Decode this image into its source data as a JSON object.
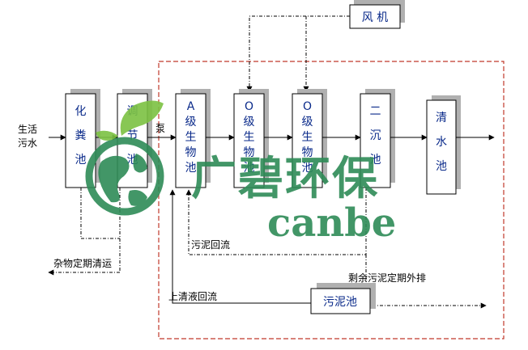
{
  "input_label_line1": "生活",
  "input_label_line2": "污水",
  "tanks": [
    {
      "id": "septic",
      "chars": [
        "化",
        "粪",
        "池"
      ]
    },
    {
      "id": "regulating",
      "chars": [
        "调",
        "节",
        "池"
      ]
    },
    {
      "id": "a-bio",
      "chars": [
        "A",
        "级",
        "生",
        "物",
        "池"
      ]
    },
    {
      "id": "o-bio-1",
      "chars": [
        "O",
        "级",
        "生",
        "物",
        "池"
      ]
    },
    {
      "id": "o-bio-2",
      "chars": [
        "O",
        "级",
        "生",
        "物",
        "池"
      ]
    },
    {
      "id": "secondary-sed",
      "chars": [
        "二",
        "沉",
        "池"
      ]
    },
    {
      "id": "clear-water",
      "chars": [
        "清",
        "水",
        "池"
      ]
    }
  ],
  "pump_label": "泵",
  "blower_label": "风 机",
  "sludge_tank_label": "污泥池",
  "sludge_return_label": "污泥回流",
  "debris_label": "杂物定期清运",
  "excess_sludge_label": "剩余污泥定期外排",
  "supernatant_label": "上清液回流",
  "watermark": {
    "brand_cn": "广碧环保",
    "brand_en": "canbe",
    "brand_color": "#2e8b57",
    "leaf_color": "#7cc242"
  },
  "colors": {
    "line": "#000000",
    "box_text": "#0a2a8a",
    "shadow": "#b0b0b0",
    "border_dashed": "#c0392b"
  }
}
